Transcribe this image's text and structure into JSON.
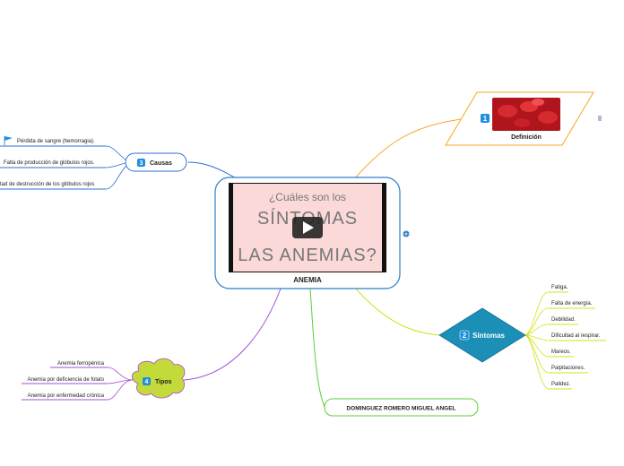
{
  "central": {
    "thumbnail_line1": "¿Cuáles son los",
    "thumbnail_line2": "SÍNTOMAS",
    "thumbnail_line3": "LAS ANEMIAS?",
    "label": "ANEMIA"
  },
  "definicion": {
    "number": "1",
    "label": "Definición"
  },
  "sintomas": {
    "number": "2",
    "label": "Síntomas",
    "items": [
      "Fatiga.",
      "Falta de energía.",
      "Debilidad.",
      "Dificultad al respirar.",
      "Mareos.",
      "Palpitaciones.",
      "Palidez."
    ]
  },
  "causas": {
    "number": "3",
    "label": "Causas",
    "items": [
      "Pérdida de sangre (hemorragia).",
      "Falta de producción de glóbulos rojos.",
      "tad de destrucción de los glóbulos rojos"
    ]
  },
  "tipos": {
    "number": "4",
    "label": "Tipos",
    "items": [
      "Anemia ferropénica",
      "Anemia por deficiencia de folato",
      "Anemia por enfermedad crónica"
    ]
  },
  "author": {
    "label": "DOMINGUEZ ROMERO MIGUEL ANGEL"
  },
  "colors": {
    "definicion": "#f5a623",
    "sintomas": "#d4e21a",
    "causas": "#2f6fd6",
    "tipos": "#a64fd6",
    "author": "#5ccf3a",
    "central_border": "#2a7fc9",
    "diamond": "#1b8fb6",
    "cloud": "#c3da3a"
  },
  "icons": {
    "video": "play-icon",
    "globe": "globe-icon",
    "notes": "notes-icon",
    "flag": "flag-icon"
  }
}
